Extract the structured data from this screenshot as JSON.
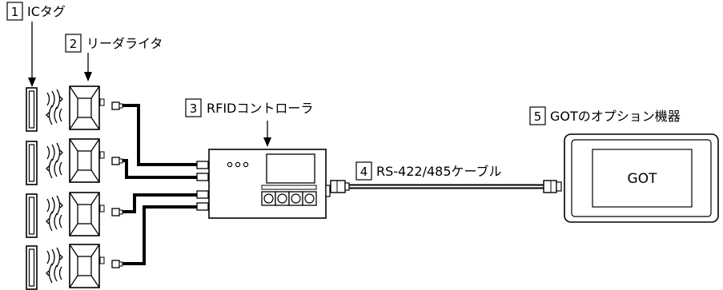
{
  "labels": [
    {
      "number": "1",
      "text": "ICタグ"
    },
    {
      "number": "2",
      "text": "リーダライタ"
    },
    {
      "number": "3",
      "text": "RFIDコントローラ"
    },
    {
      "number": "4",
      "text": "RS-422/485ケーブル"
    },
    {
      "number": "5",
      "text": "GOTのオプション機器"
    }
  ],
  "got_screen_text": "GOT"
}
